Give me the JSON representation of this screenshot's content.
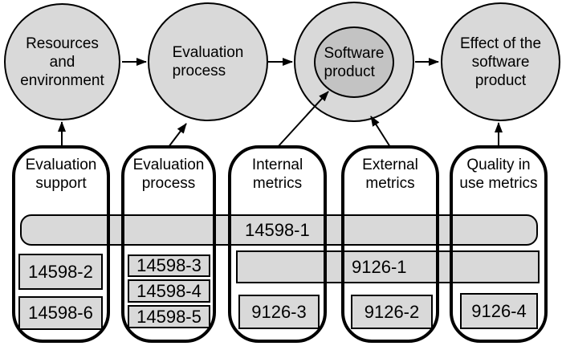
{
  "colors": {
    "light_gray": "#d9d9d9",
    "dark_gray": "#c3c3c3",
    "stroke": "#000000",
    "background": "#ffffff"
  },
  "circles": [
    {
      "id": "resources-environment",
      "label": "Resources\nand\nenvironment"
    },
    {
      "id": "evaluation-process",
      "label": "Evaluation\nprocess"
    },
    {
      "id": "software-product",
      "label": "Software\nproduct"
    },
    {
      "id": "effect-of-software-product",
      "label": "Effect of the\nsoftware\nproduct"
    }
  ],
  "bars": [
    {
      "id": "14598-1",
      "label": "14598-1"
    },
    {
      "id": "9126-1",
      "label": "9126-1"
    }
  ],
  "containers": [
    {
      "id": "evaluation-support",
      "label": "Evaluation\nsupport",
      "boxes": [
        "14598-2",
        "14598-6"
      ]
    },
    {
      "id": "evaluation-process",
      "label": "Evaluation\nprocess",
      "boxes": [
        "14598-3",
        "14598-4",
        "14598-5"
      ]
    },
    {
      "id": "internal-metrics",
      "label": "Internal\nmetrics",
      "boxes": [
        "9126-3"
      ]
    },
    {
      "id": "external-metrics",
      "label": "External\nmetrics",
      "boxes": [
        "9126-2"
      ]
    },
    {
      "id": "quality-in-use-metrics",
      "label": "Quality in\nuse metrics",
      "boxes": [
        "9126-4"
      ]
    }
  ]
}
